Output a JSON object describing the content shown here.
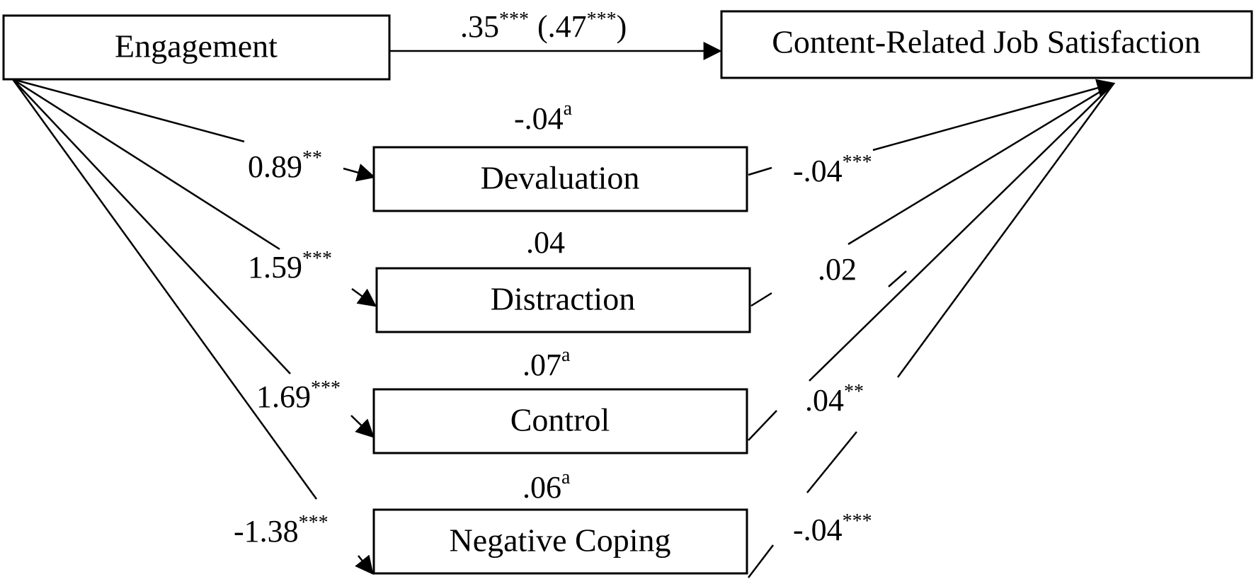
{
  "nodes": {
    "engagement": "Engagement",
    "outcome": "Content-Related Job Satisfaction",
    "devaluation": "Devaluation",
    "distraction": "Distraction",
    "control": "Control",
    "negative_coping": "Negative Coping"
  },
  "direct_effect": {
    "value": ".35",
    "sig": "***",
    "open": "(.47",
    "sig_total": "***",
    "close": ")"
  },
  "a_paths": {
    "devaluation": {
      "value": "0.89",
      "sig": "**"
    },
    "distraction": {
      "value": "1.59",
      "sig": "***"
    },
    "control": {
      "value": "1.69",
      "sig": "***"
    },
    "negative_coping": {
      "value": "-1.38",
      "sig": "***"
    }
  },
  "indirect_effects": {
    "devaluation": {
      "value": "-.04",
      "sig": "a"
    },
    "distraction": {
      "value": ".04",
      "sig": ""
    },
    "control": {
      "value": ".07",
      "sig": "a"
    },
    "negative_coping": {
      "value": ".06",
      "sig": "a"
    }
  },
  "b_paths": {
    "devaluation": {
      "value": "-.04",
      "sig": "***"
    },
    "distraction": {
      "value": ".02",
      "sig": ""
    },
    "control": {
      "value": ".04",
      "sig": "**"
    },
    "negative_coping": {
      "value": "-.04",
      "sig": "***"
    }
  }
}
